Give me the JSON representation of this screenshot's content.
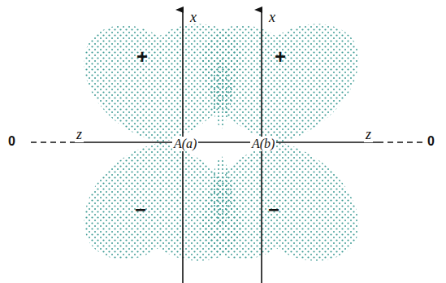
{
  "diagram": {
    "labels": [
      "x",
      "x",
      "z",
      "z",
      "0",
      "0",
      "A(a)",
      "A(b)",
      "+",
      "+",
      "−",
      "−"
    ]
  }
}
